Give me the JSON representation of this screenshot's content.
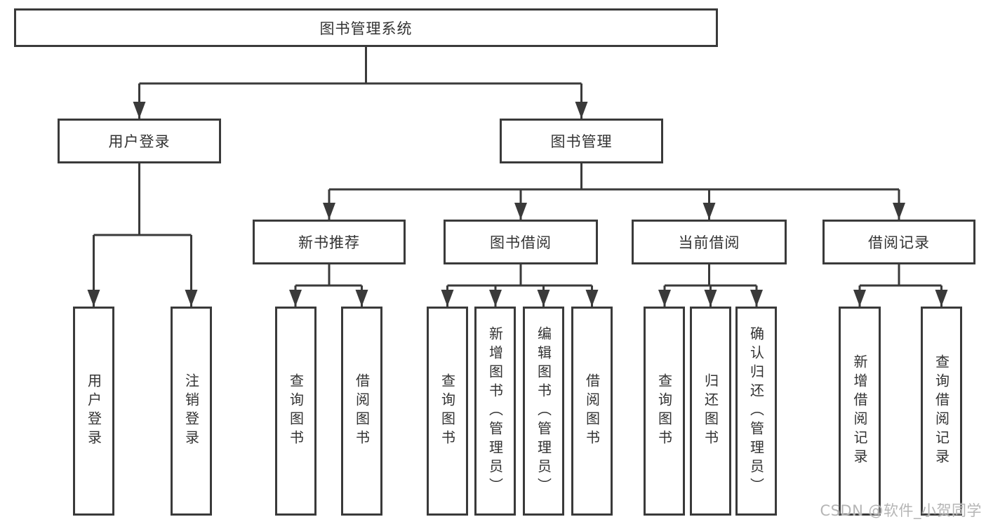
{
  "root": {
    "label": "图书管理系统"
  },
  "level1": [
    {
      "label": "用户登录"
    },
    {
      "label": "图书管理"
    }
  ],
  "level2": [
    {
      "label": "新书推荐"
    },
    {
      "label": "图书借阅"
    },
    {
      "label": "当前借阅"
    },
    {
      "label": "借阅记录"
    }
  ],
  "leaves": {
    "user_login": [
      "用户登录",
      "注销登录"
    ],
    "new_book": [
      "查询图书",
      "借阅图书"
    ],
    "book_borrow": [
      "查询图书",
      "新增图书（管理员）",
      "编辑图书（管理员）",
      "借阅图书"
    ],
    "current_borrow": [
      "查询图书",
      "归还图书",
      "确认归还（管理员）"
    ],
    "borrow_record": [
      "新增借阅记录",
      "查询借阅记录"
    ]
  },
  "watermark": "CSDN @软件_小贺同学",
  "colors": {
    "line": "#3a3a3a",
    "text": "#333333",
    "box_bg": "#ffffff",
    "page_bg": "#ffffff",
    "watermark": "#b5b5b5"
  }
}
